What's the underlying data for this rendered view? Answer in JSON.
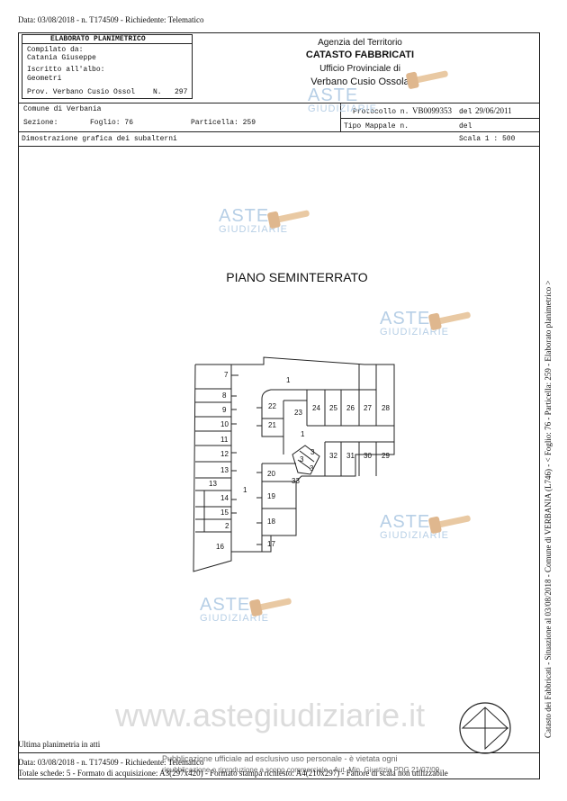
{
  "top_line": "Data: 03/08/2018 - n. T174509 - Richiedente: Telematico",
  "header": {
    "title": "ELABORATO PLANIMETRICO",
    "compilato_label": "Compilato da:",
    "compilato_name": "Catania Giuseppe",
    "iscritto_label": "Iscritto all'albo:",
    "iscritto_value": "Geometri",
    "prov_label": "Prov. Verbano Cusio Ossol",
    "n_label": "N.",
    "n_value": "297",
    "agency": "Agenzia del Territorio",
    "catasto": "CATASTO FABBRICATI",
    "ufficio": "Ufficio Provinciale di",
    "office": "Verbano Cusio Ossola"
  },
  "info": {
    "comune": "Comune di Verbania",
    "sezione_label": "Sezione:",
    "foglio": "Foglio: 76",
    "particella": "Particella: 259",
    "protocollo_label": "Protocollo n.",
    "protocollo_value": "VB0099353",
    "del_label": "del",
    "protocollo_date": "29/06/2011",
    "tipo_mappale": "Tipo Mappale n.",
    "del2": "del",
    "dimostrazione": "Dimostrazione grafica dei subalterni",
    "scala": "Scala 1 : 500"
  },
  "plan_title": "PIANO SEMINTERRATO",
  "side_text": "Catasto dei Fabbricati - Situazione al 03/08/2018 - Comune di VERBANIA (L746) - < Foglio: 76 - Particella: 259 - Elaborato planimetrico >",
  "footer": {
    "ultima": "Ultima planimetria in atti",
    "line1": "Data: 03/08/2018 - n. T174509 - Richiedente: Telematico",
    "line2": "Totale schede: 5 - Formato di acquisizione: A3(297x420) - Formato stampa richiesto: A4(210x297) - Fattore di scala non utilizzabile",
    "pub1": "Pubblicazione ufficiale ad esclusivo uso personale - è vietata ogni",
    "pub2": "ripubblicazione o riproduzione a scopo commerciale - Aut. Min. Giustizia PDG 21/07/09"
  },
  "watermark": {
    "aste": "ASTE",
    "giudiziarie": "GIUDIZIARIE",
    "site": "www.astegiudiziarie.it"
  },
  "units": [
    "7",
    "8",
    "9",
    "10",
    "11",
    "12",
    "13",
    "13",
    "14",
    "15",
    "2",
    "16",
    "1",
    "1",
    "1",
    "22",
    "21",
    "23",
    "24",
    "25",
    "26",
    "27",
    "28",
    "20",
    "19",
    "18",
    "17",
    "3",
    "3",
    "3",
    "33",
    "32",
    "31",
    "30",
    "29"
  ]
}
